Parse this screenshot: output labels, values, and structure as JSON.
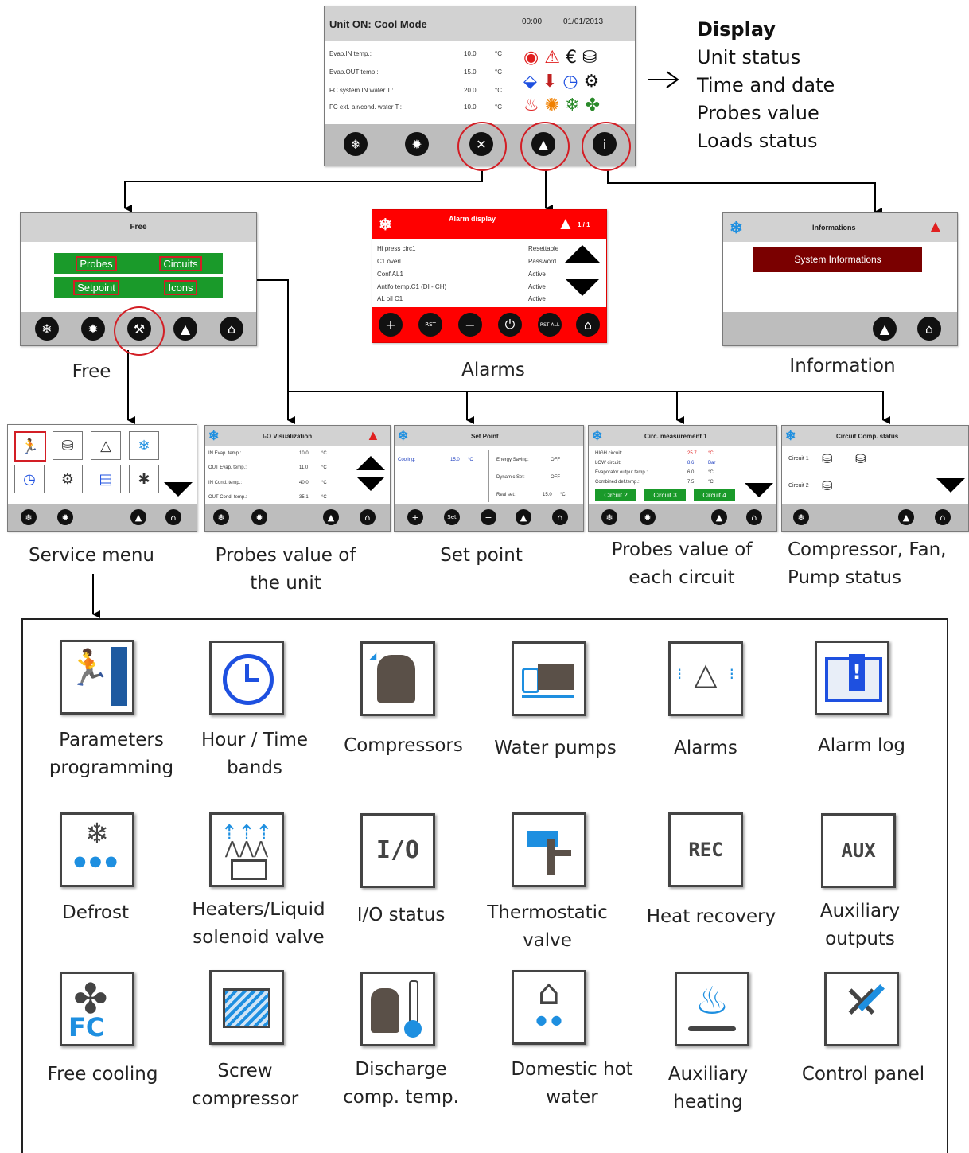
{
  "display_screen": {
    "status": "Unit ON: Cool Mode",
    "time": "00:00",
    "date": "01/01/2013",
    "probes": [
      {
        "label": "Evap.IN temp.:",
        "value": "10.0",
        "unit": "°C"
      },
      {
        "label": "Evap.OUT temp.:",
        "value": "15.0",
        "unit": "°C"
      },
      {
        "label": "FC system IN water T.:",
        "value": "20.0",
        "unit": "°C"
      },
      {
        "label": "FC ext. air/cond. water T.:",
        "value": "10.0",
        "unit": "°C"
      }
    ]
  },
  "display_legend": {
    "title": "Display",
    "items": [
      "Unit status",
      "Time and date",
      "Probes value",
      "Loads status"
    ]
  },
  "free_screen": {
    "title": "Free",
    "buttons": [
      "Probes",
      "Circuits",
      "Setpoint",
      "Icons"
    ],
    "caption": "Free"
  },
  "alarm_screen": {
    "title": "Alarm display",
    "counter": "1 / 1",
    "rows": [
      {
        "name": "Hi press circ1",
        "state": "Resettable"
      },
      {
        "name": "C1 overl",
        "state": "Password"
      },
      {
        "name": "Conf AL1",
        "state": "Active"
      },
      {
        "name": "Antifo temp.C1 (DI - CH)",
        "state": "Active"
      },
      {
        "name": "AL oil C1",
        "state": "Active"
      }
    ],
    "caption": "Alarms",
    "foot_labels": [
      "RST",
      "RST ALL"
    ]
  },
  "info_screen": {
    "title": "Informations",
    "button": "System Informations",
    "caption": "Information"
  },
  "io_screen": {
    "title": "I-O Visualization",
    "rows": [
      {
        "label": "IN Evap. temp.:",
        "value": "10.0",
        "unit": "°C"
      },
      {
        "label": "OUT Evap. temp.:",
        "value": "11.0",
        "unit": "°C"
      },
      {
        "label": "IN Cond. temp.:",
        "value": "40.0",
        "unit": "°C"
      },
      {
        "label": "OUT Cond. temp.:",
        "value": "35.1",
        "unit": "°C"
      }
    ],
    "caption": "Probes value of the unit"
  },
  "setpoint_screen": {
    "title": "Set Point",
    "cooling_label": "Cooling:",
    "cooling_value": "15.0",
    "cooling_unit": "°C",
    "energy_label": "Energy Saving:",
    "energy_value": "OFF",
    "dynamic_label": "Dynamic Set:",
    "dynamic_value": "OFF",
    "real_label": "Real set:",
    "real_value": "15.0",
    "real_unit": "°C",
    "set_label": "Set",
    "caption": "Set point"
  },
  "circ_screen": {
    "title": "Circ. measurement 1",
    "rows": [
      {
        "label": "HIGH circuit:",
        "value": "25.7",
        "unit": "°C"
      },
      {
        "label": "LOW circuit:",
        "value": "8.6",
        "unit": "Bar"
      },
      {
        "label": "Evaporator output temp.:",
        "value": "6.0",
        "unit": "°C"
      },
      {
        "label": "Combined def.temp.:",
        "value": "7.5",
        "unit": "°C"
      }
    ],
    "buttons": [
      "Circuit 2",
      "Circuit 3",
      "Circuit 4"
    ],
    "caption": "Probes value of each circuit"
  },
  "comp_screen": {
    "title": "Circuit Comp. status",
    "rows": [
      "Circuit 1",
      "Circuit 2"
    ],
    "caption": "Compressor, Fan, Pump status"
  },
  "service_caption": "Service menu",
  "legend_icons": [
    {
      "name": "Parameters programming",
      "icon": "parameters-icon"
    },
    {
      "name": "Hour / Time bands",
      "icon": "clock-icon"
    },
    {
      "name": "Compressors",
      "icon": "compressor-icon"
    },
    {
      "name": "Water pumps",
      "icon": "pump-icon"
    },
    {
      "name": "Alarms",
      "icon": "bell-icon"
    },
    {
      "name": "Alarm log",
      "icon": "book-icon"
    },
    {
      "name": "Defrost",
      "icon": "defrost-icon"
    },
    {
      "name": "Heaters/Liquid solenoid valve",
      "icon": "heater-icon"
    },
    {
      "name": "I/O status",
      "icon": "io-icon",
      "glyph": "I/O"
    },
    {
      "name": "Thermostatic valve",
      "icon": "valve-icon"
    },
    {
      "name": "Heat recovery",
      "icon": "rec-icon",
      "glyph": "REC"
    },
    {
      "name": "Auxiliary outputs",
      "icon": "aux-icon",
      "glyph": "AUX"
    },
    {
      "name": "Free cooling",
      "icon": "fan-icon",
      "glyph": "FC"
    },
    {
      "name": "Screw compressor",
      "icon": "screw-icon"
    },
    {
      "name": "Discharge comp. temp.",
      "icon": "thermometer-icon"
    },
    {
      "name": "Domestic hot water",
      "icon": "house-icon"
    },
    {
      "name": "Auxiliary heating",
      "icon": "flame-icon"
    },
    {
      "name": "Control panel",
      "icon": "tools-icon"
    }
  ],
  "colors": {
    "accent_red": "#d31e25",
    "alarm_red": "#ff0000",
    "green": "#1a9a2a",
    "dark_red": "#7a0000",
    "blue": "#1e8fe0"
  }
}
